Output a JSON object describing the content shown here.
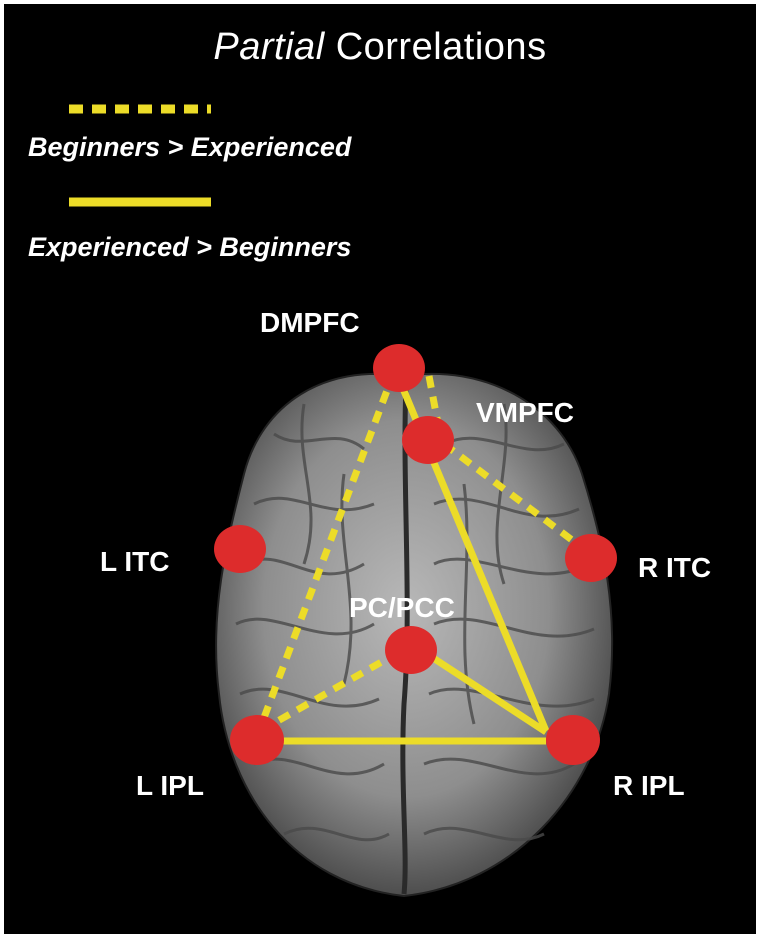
{
  "title": {
    "italic_part": "Partial",
    "rest": "Correlations"
  },
  "legend": {
    "dotted_label": "Beginners > Experienced",
    "solid_label": "Experienced > Beginners"
  },
  "nodes": {
    "dmpfc": "DMPFC",
    "vmpfc": "VMPFC",
    "litc": "L ITC",
    "ritc": "R ITC",
    "pcpcc": "PC/PCC",
    "lipl": "L IPL",
    "ripl": "R IPL"
  },
  "colors": {
    "connection": "#ecdc28",
    "node": "#dd2c2c",
    "background": "#000000",
    "text": "#ffffff"
  },
  "connections": {
    "dotted": [
      [
        "dmpfc",
        "lipl"
      ],
      [
        "dmpfc",
        "vmpfc"
      ],
      [
        "vmpfc",
        "ritc"
      ],
      [
        "pcpcc",
        "lipl"
      ]
    ],
    "solid": [
      [
        "dmpfc",
        "ripl"
      ],
      [
        "lipl",
        "ripl"
      ],
      [
        "pcpcc",
        "ripl"
      ]
    ]
  }
}
